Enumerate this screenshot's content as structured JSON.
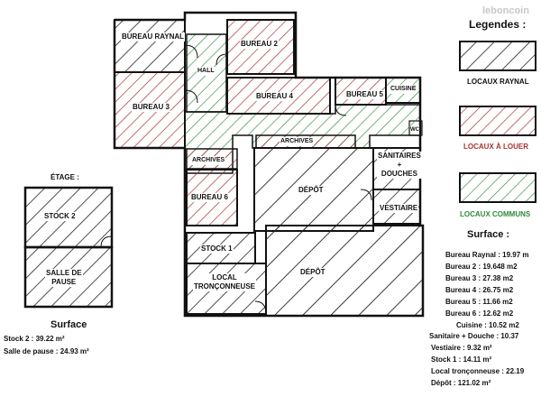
{
  "watermark": "leboncoin",
  "plan_rooms": {
    "bureau_raynal": "BUREAU RAYNAL",
    "bureau_2": "BUREAU 2",
    "hall": "HALL",
    "bureau_3": "BUREAU 3",
    "bureau_4": "BUREAU 4",
    "bureau_5": "BUREAU 5",
    "cuisine": "CUISINE",
    "wc": "WC",
    "archives_1": "ARCHIVES",
    "archives_2": "ARCHIVES",
    "sanitaires": [
      "SANITAIRES",
      "+",
      "DOUCHES"
    ],
    "bureau_6": "BUREAU 6",
    "depot_1": "DÉPÔT",
    "vestiaire": "VESTIAIRE",
    "stock_1": "STOCK 1",
    "local_tronconneuse": [
      "LOCAL",
      "TRONÇONNEUSE"
    ],
    "depot_2": "DÉPÔT"
  },
  "etage": {
    "title": "ÉTAGE :",
    "stock_2": "STOCK 2",
    "salle_de_pause": [
      "SALLE DE",
      "PAUSE"
    ]
  },
  "legend": {
    "title": "Legendes :",
    "items": [
      {
        "label": "LOCAUX RAYNAL",
        "color": "#222222",
        "text_color": "#111111"
      },
      {
        "label": "LOCAUX À LOUER",
        "color": "#a83232",
        "text_color": "#a83232"
      },
      {
        "label": "LOCAUX COMMUNS",
        "color": "#2f8a3a",
        "text_color": "#2f8a3a"
      }
    ]
  },
  "etage_surface": {
    "title": "Surface",
    "lines": [
      "Stock 2 : 39.22 m²",
      "Salle de pause : 24.93 m²"
    ]
  },
  "surface": {
    "title": "Surface :",
    "lines": [
      "Bureau Raynal : 19.97 m",
      "Bureau 2 : 19.648 m2",
      "Bureau 3 : 27.38 m2",
      "Bureau 4 : 26.75 m2",
      "Bureau 5 : 11.66 m2",
      "Bureau 6 : 12.62 m2",
      "Cuisine : 10.52 m2",
      "Sanitaire + Douche : 10.37",
      "Vestiaire : 9.32 m²",
      "Stock 1 : 14.11 m²",
      "Local tronçonneuse : 22.19",
      "Dépôt : 121.02 m²"
    ]
  },
  "colors": {
    "raynal": "#222222",
    "a_louer": "#a83232",
    "communs": "#2f8a3a",
    "wall": "#111111"
  }
}
